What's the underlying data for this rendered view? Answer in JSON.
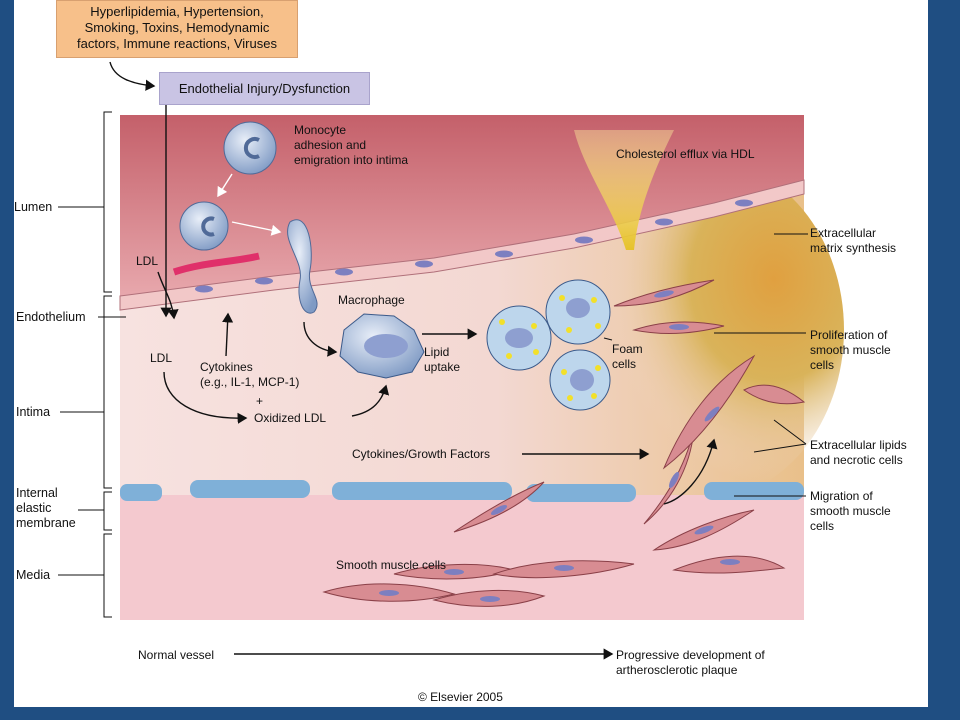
{
  "risk_factors": "Hyperlipidemia, Hypertension,\nSmoking, Toxins, Hemodynamic\nfactors, Immune reactions, Viruses",
  "injury": "Endothelial Injury/Dysfunction",
  "layers": {
    "lumen": "Lumen",
    "endothelium": "Endothelium",
    "intima": "Intima",
    "iem": "Internal\nelastic\nmembrane",
    "media": "Media"
  },
  "labels": {
    "monocyte": "Monocyte\nadhesion and\nemigration into intima",
    "cholesterol": "Cholesterol efflux via HDL",
    "ecm": "Extracellular\nmatrix synthesis",
    "ldl_top": "LDL",
    "ldl_mid": "LDL",
    "macrophage": "Macrophage",
    "cytokines": "Cytokines\n(e.g., IL-1, MCP-1)",
    "plus": "+",
    "oxldl": "Oxidized LDL",
    "lipid_uptake": "Lipid\nuptake",
    "foam": "Foam\ncells",
    "prolif": "Proliferation of\nsmooth muscle\ncells",
    "growth": "Cytokines/Growth Factors",
    "lipids": "Extracellular lipids\nand necrotic cells",
    "migration": "Migration of\nsmooth muscle\ncells",
    "smc": "Smooth muscle cells"
  },
  "footer": {
    "normal": "Normal vessel",
    "progressive": "Progressive development of\nartherosclerotic plaque",
    "copyright": "© Elsevier 2005"
  }
}
